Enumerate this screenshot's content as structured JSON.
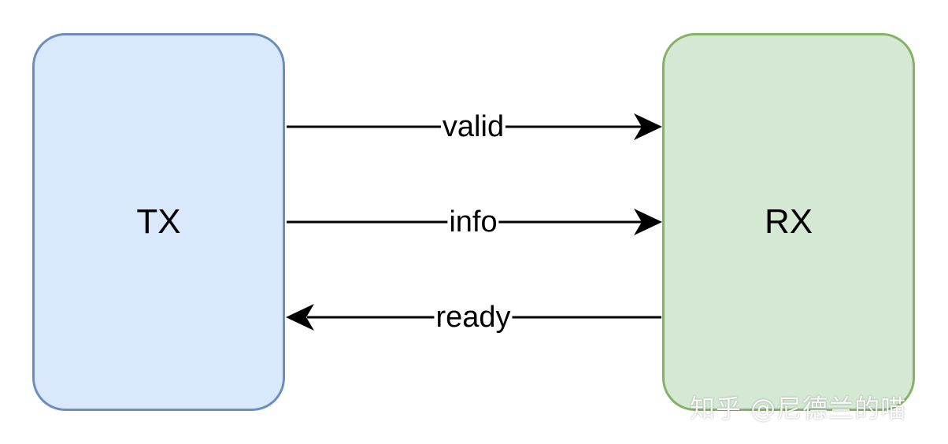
{
  "nodes": {
    "tx": {
      "label": "TX",
      "fill": "#dae8fc",
      "stroke": "#6c8ebf"
    },
    "rx": {
      "label": "RX",
      "fill": "#d5e8d4",
      "stroke": "#82b366"
    }
  },
  "edges": {
    "valid": {
      "label": "valid",
      "from": "TX",
      "to": "RX"
    },
    "info": {
      "label": "info",
      "from": "TX",
      "to": "RX"
    },
    "ready": {
      "label": "ready",
      "from": "RX",
      "to": "TX"
    }
  },
  "watermark": "知乎 @尼德兰的喵",
  "colors": {
    "edge": "#000000",
    "background": "#ffffff"
  }
}
